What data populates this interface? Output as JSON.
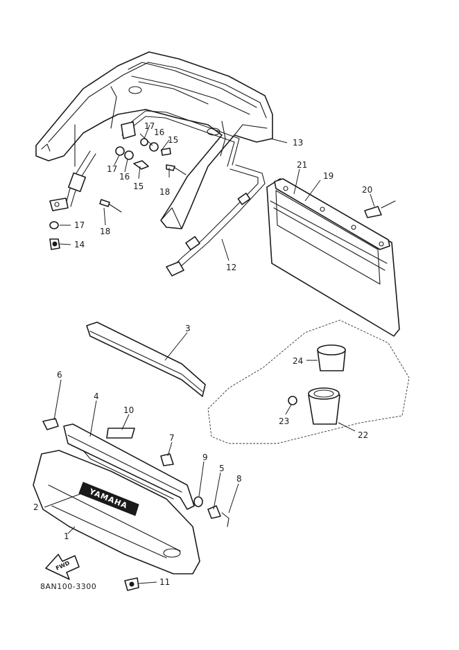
{
  "diagram": {
    "callouts": [
      "1",
      "2",
      "3",
      "4",
      "5",
      "6",
      "7",
      "8",
      "9",
      "10",
      "11",
      "12",
      "13",
      "14",
      "15",
      "16",
      "17",
      "18",
      "19",
      "20",
      "21",
      "22",
      "23",
      "24"
    ],
    "part_code": "8AN100-3300",
    "emblem_text": "YAMAHA",
    "direction_label": "FWD"
  }
}
